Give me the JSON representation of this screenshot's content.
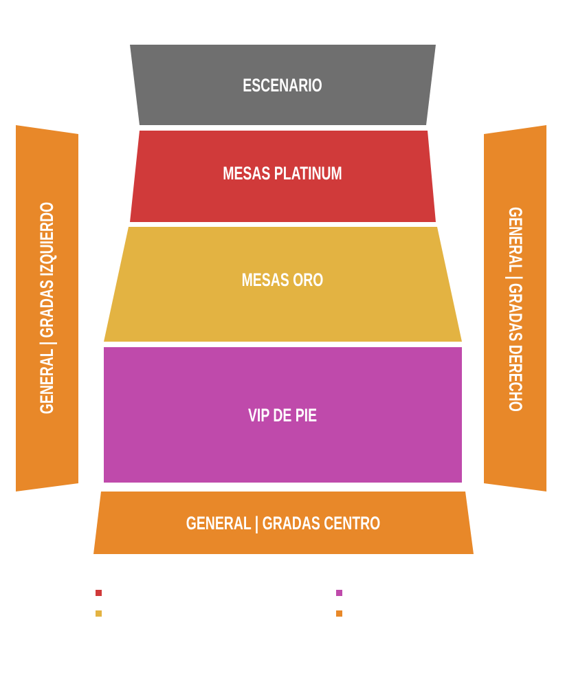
{
  "colors": {
    "stage": "#6f6f6f",
    "platinum": "#d03a3a",
    "oro": "#e3b342",
    "vip": "#bf4aab",
    "general": "#e88829"
  },
  "zones": {
    "stage": "ESCENARIO",
    "platinum": "MESAS PLATINUM",
    "oro": "MESAS ORO",
    "vip": "VIP DE PIE",
    "general_center": "GENERAL | GRADAS CENTRO",
    "general_left": "GENERAL | GRADAS IZQUIERDO",
    "general_right": "GENERAL | GRADAS DERECHO"
  }
}
